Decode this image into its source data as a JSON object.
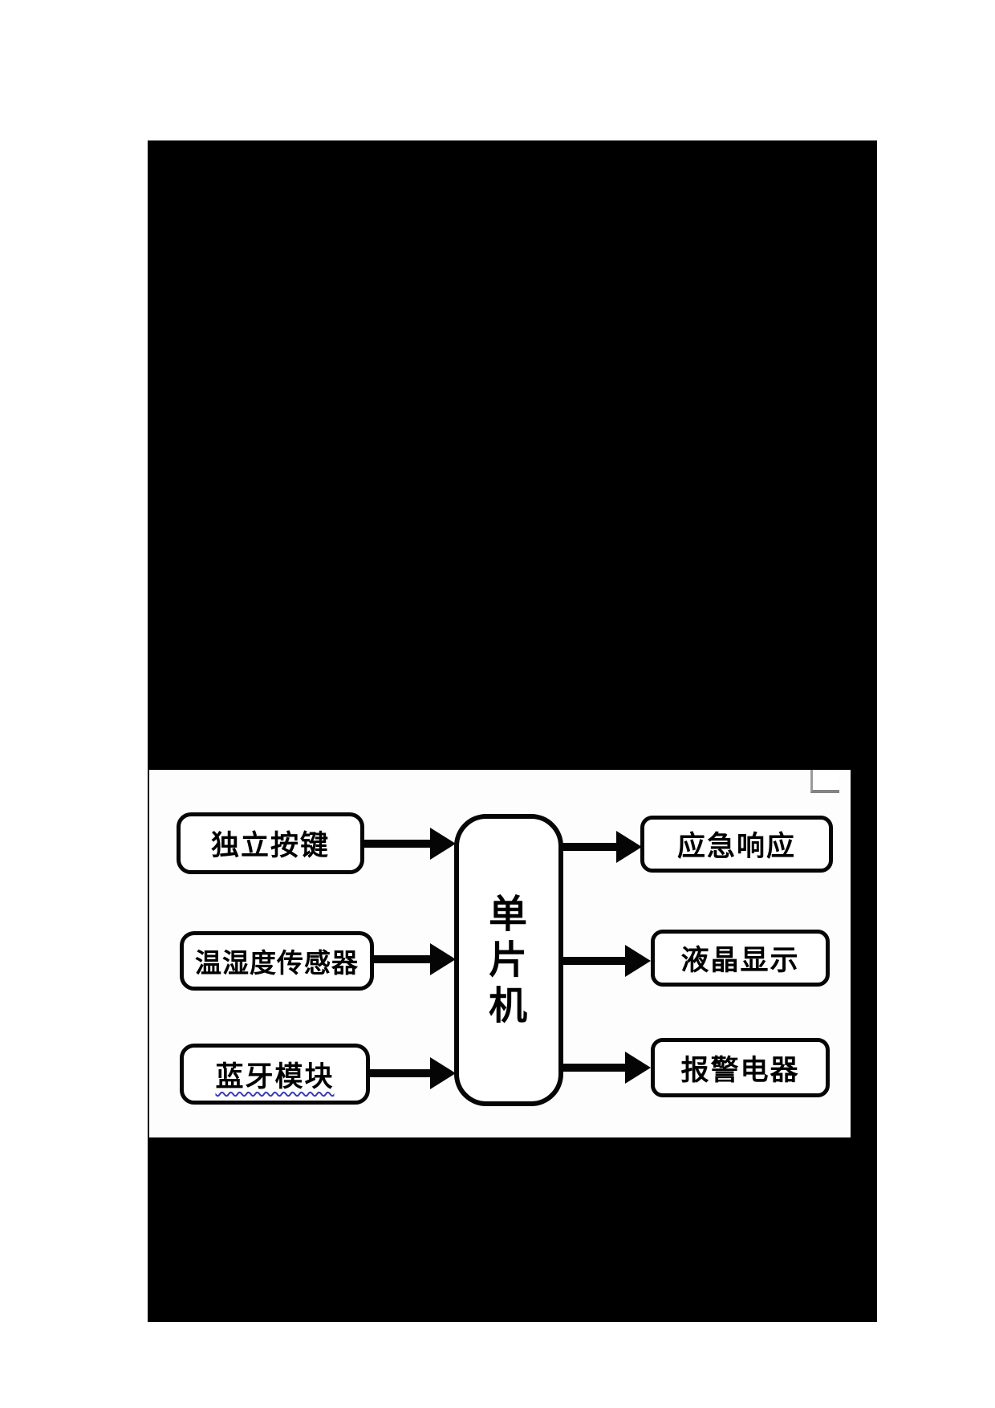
{
  "page": {
    "type": "document-page-with-figure",
    "redacted_blocks": 1
  },
  "colors": {
    "page_background": "#ffffff",
    "redaction_black": "#000000",
    "figure_background": "#fdfdfd",
    "diagram_line": "#060606",
    "spellcheck_squiggle": "#3b3bb8",
    "corner_mark_gray": "#9a9a9a"
  },
  "diagram": {
    "type": "block-diagram",
    "center": {
      "label": "单片机"
    },
    "inputs": [
      {
        "label": "独立按键"
      },
      {
        "label": "温湿度传感器"
      },
      {
        "label": "蓝牙模块",
        "spellcheck_underline": true
      }
    ],
    "outputs": [
      {
        "label": "应急响应"
      },
      {
        "label": "液晶显示"
      },
      {
        "label": "报警电器"
      }
    ],
    "connections": [
      {
        "from": "独立按键",
        "to": "单片机"
      },
      {
        "from": "温湿度传感器",
        "to": "单片机"
      },
      {
        "from": "蓝牙模块",
        "to": "单片机"
      },
      {
        "from": "单片机",
        "to": "应急响应"
      },
      {
        "from": "单片机",
        "to": "液晶显示"
      },
      {
        "from": "单片机",
        "to": "报警电器"
      }
    ]
  }
}
